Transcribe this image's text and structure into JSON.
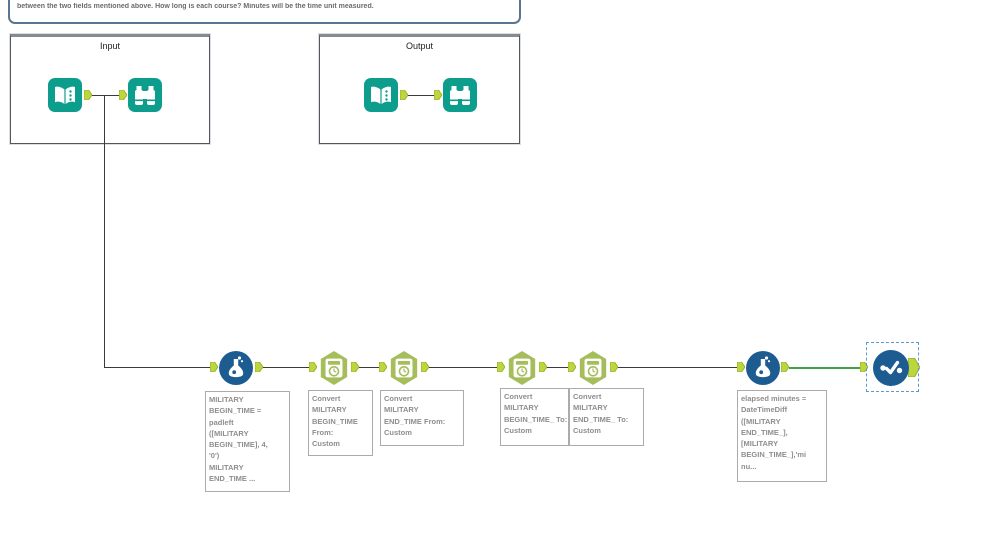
{
  "comment": {
    "text": "between the two fields mentioned above. How long is each course? Minutes will be the time unit measured."
  },
  "containers": {
    "input_label": "Input",
    "output_label": "Output"
  },
  "annotations": {
    "formula1": "MILITARY\nBEGIN_TIME =\npadleft\n([MILITARY\nBEGIN_TIME], 4,\n'0')\nMILITARY\nEND_TIME ...",
    "datetime1": "Convert\nMILITARY\nBEGIN_TIME\nFrom:\nCustom",
    "datetime2": "Convert\nMILITARY\nEND_TIME From:\nCustom",
    "datetime3": "Convert\nMILITARY\nBEGIN_TIME_ To:\nCustom",
    "datetime4": "Convert\nMILITARY\nEND_TIME_ To:\nCustom",
    "formula2": "elapsed minutes =\nDateTimeDiff\n([MILITARY\nEND_TIME_],\n[MILITARY\nBEGIN_TIME_],'mi\nnu..."
  },
  "icons": {
    "input_data": "input-data-icon",
    "browse": "browse-icon",
    "formula": "formula-icon",
    "datetime": "datetime-icon",
    "test": "test-icon"
  },
  "colors": {
    "tool_teal": "#0d9d8d",
    "tool_blue": "#1d5c90",
    "tool_olive": "#a6bd5c",
    "anchor_fill": "#bcd63f",
    "anchor_border": "#93aa22",
    "wire": "#3a3a3a",
    "wire_selected": "#3ba447",
    "selection_border": "#5b9bd5",
    "annotation_text": "#8e8e8e",
    "container_border": "#54585e",
    "comment_border": "#5a7590"
  }
}
